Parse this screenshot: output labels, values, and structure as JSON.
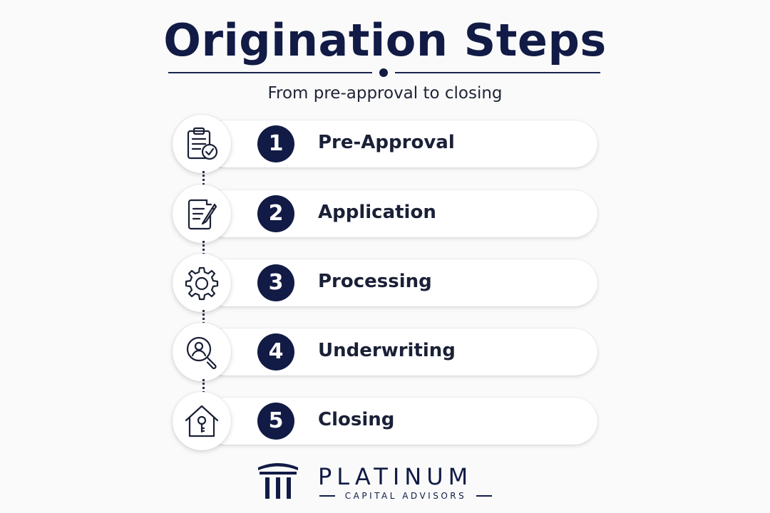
{
  "header": {
    "title": "Origination Steps",
    "subtitle": "From pre-approval to closing"
  },
  "steps": [
    {
      "number": "1",
      "label": "Pre-Approval",
      "icon": "clipboard-check-icon"
    },
    {
      "number": "2",
      "label": "Application",
      "icon": "document-pen-icon"
    },
    {
      "number": "3",
      "label": "Processing",
      "icon": "gear-icon"
    },
    {
      "number": "4",
      "label": "Underwriting",
      "icon": "person-magnifier-icon"
    },
    {
      "number": "5",
      "label": "Closing",
      "icon": "house-key-icon"
    }
  ],
  "brand": {
    "name": "PLATINUM",
    "tagline": "CAPITAL ADVISORS",
    "logo_icon": "pillars-icon"
  },
  "colors": {
    "navy": "#111b45",
    "background": "#fafafa",
    "card": "#ffffff"
  }
}
